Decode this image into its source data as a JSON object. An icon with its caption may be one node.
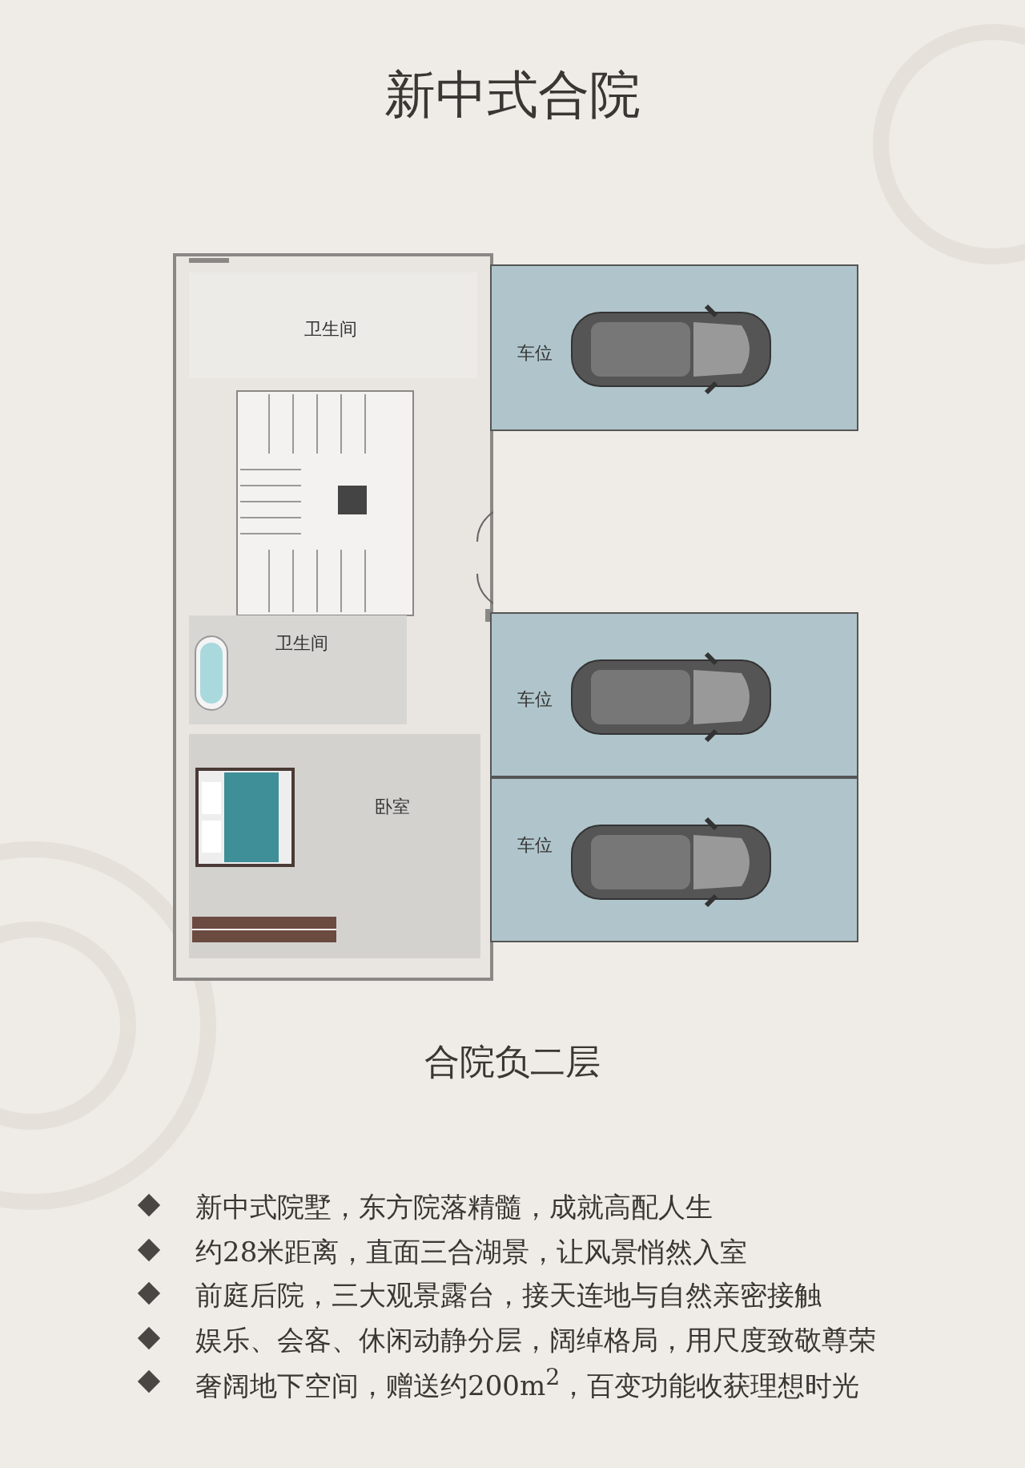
{
  "diagram": {
    "title": "新中式合院",
    "caption": "合院负二层",
    "nodes": [
      {
        "text": [
          "卫生间"
        ]
      },
      {
        "text": [
          "车位"
        ]
      },
      {
        "text": [
          "卫生间"
        ]
      },
      {
        "text": [
          "卧室"
        ]
      },
      {
        "text": [
          "车位"
        ]
      },
      {
        "text": [
          "车位"
        ]
      }
    ],
    "labels": [
      "新中式院墅，东方院落精髓，成就高配人生",
      "约28米距离，直面三合湖景，让风景悄然入室",
      "前庭后院，三大观景露台，接天连地与自然亲密接触",
      "娱乐、会客、休闲动静分层，阔绰格局，用尺度致敬尊荣",
      "奢阔地下空间，赠送约200m$^{2}$，百变功能收获理想时光"
    ]
  }
}
